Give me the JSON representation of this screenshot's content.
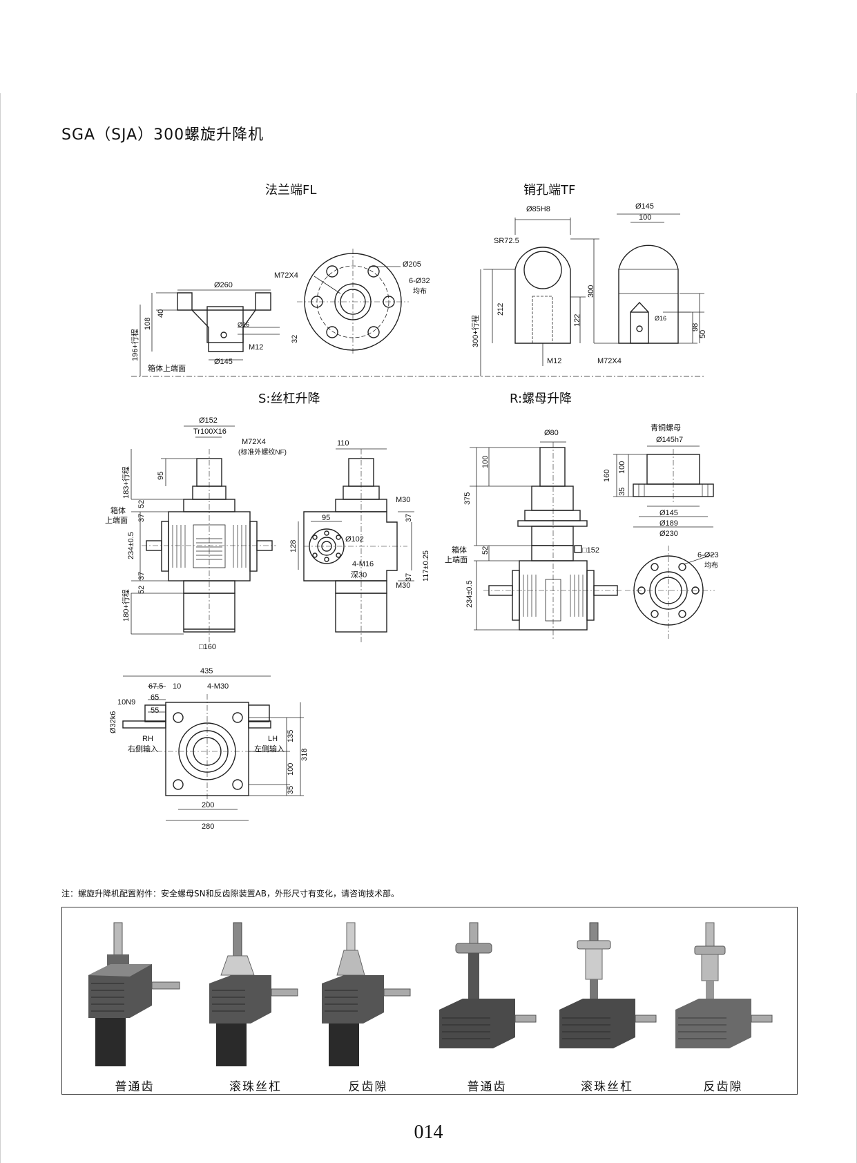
{
  "page": {
    "title": "SGA（SJA）300螺旋升降机",
    "page_number": "014"
  },
  "sections": {
    "fl": "法兰端FL",
    "tf": "销孔端TF",
    "s": "S:丝杠升降",
    "r": "R:螺母升降"
  },
  "dims": {
    "fl": {
      "d260": "Ø260",
      "h40": "40",
      "h108": "108",
      "stroke": "196+行程",
      "d16": "Ø16",
      "m12": "M12",
      "h32": "32",
      "d145": "Ø145",
      "box_top": "箱体上端面",
      "m72": "M72X4",
      "d205": "Ø205",
      "holes": "6-Ø32",
      "even": "均布"
    },
    "tf": {
      "d85": "Ø85H8",
      "sr": "SR72.5",
      "h212": "212",
      "h300": "300",
      "h122": "122",
      "stroke": "300+行程",
      "m12": "M12",
      "m72": "M72X4",
      "d145": "Ø145",
      "w100": "100",
      "d16": "Ø16",
      "h98": "98",
      "h50": "50"
    },
    "s": {
      "d152": "Ø152",
      "tr": "Tr100X16",
      "m72": "M72X4",
      "nf": "(标准外螺纹NF)",
      "h95": "95",
      "stroke1": "183+行程",
      "h52a": "52",
      "h37a": "37",
      "box": "箱体",
      "box2": "上端面",
      "h234": "234±0.5",
      "h37b": "37",
      "h52b": "52",
      "stroke2": "180+行程",
      "sq160": "□160",
      "w110": "110",
      "m30a": "M30",
      "w95": "95",
      "d102": "Ø102",
      "h128": "128",
      "m16": "4-M16",
      "deep": "深30",
      "h37c": "37",
      "h37d": "37",
      "m30b": "M30",
      "h117": "117±0.25"
    },
    "r": {
      "d80": "Ø80",
      "h100": "100",
      "h375": "375",
      "h52": "52",
      "sq152": "□152",
      "box": "箱体",
      "box2": "上端面",
      "h234": "234±0.5",
      "bronze": "青铜螺母",
      "d145h7": "Ø145h7",
      "h160": "160",
      "h100b": "100",
      "h35": "35",
      "d145": "Ø145",
      "d189": "Ø189",
      "d230": "Ø230",
      "holes": "6-Ø23",
      "even": "均布"
    },
    "top": {
      "w435": "435",
      "w675": "67.5",
      "w10": "10",
      "m30": "4-M30",
      "key": "10N9",
      "shaft": "Ø32k6",
      "w65": "65",
      "w55": "55",
      "rh": "RH",
      "rh2": "右侧输入",
      "lh": "LH",
      "lh2": "左侧输入",
      "h135": "135",
      "h318": "318",
      "h100": "100",
      "h35": "35",
      "w200": "200",
      "w280": "280"
    }
  },
  "note": "注：螺旋升降机配置附件：安全螺母SN和反齿隙装置AB，外形尺寸有变化，请咨询技术部。",
  "products": [
    {
      "label": "普通齿",
      "type": "screw-plain"
    },
    {
      "label": "滚珠丝杠",
      "type": "screw-ball"
    },
    {
      "label": "反齿隙",
      "type": "screw-backlash"
    },
    {
      "label": "普通齿",
      "type": "nut-plain"
    },
    {
      "label": "滚珠丝杠",
      "type": "nut-ball"
    },
    {
      "label": "反齿隙",
      "type": "nut-backlash"
    }
  ]
}
